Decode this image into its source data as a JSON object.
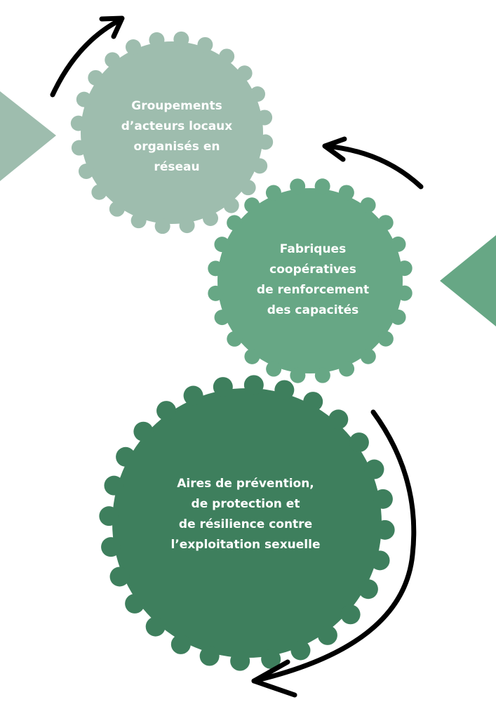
{
  "colors": {
    "gear_light": "#9EBDAE",
    "gear_medium": "#67A785",
    "gear_dark": "#3E7F5D",
    "arrow": "#000000",
    "text": "#FFFFFF"
  },
  "gears": [
    {
      "id": "groupements",
      "lines": [
        "Groupements",
        "d’acteurs locaux",
        "organisés en",
        "réseau"
      ]
    },
    {
      "id": "fabriques",
      "lines": [
        "Fabriques",
        "coopératives",
        "de renforcement",
        "des capacités"
      ]
    },
    {
      "id": "aires",
      "lines": [
        "Aires de prévention,",
        "de protection et",
        "de résilience contre",
        "l’exploitation sexuelle"
      ]
    }
  ],
  "decorations": {
    "left_triangle": "triangle-pointing-right",
    "right_triangle": "triangle-pointing-left"
  },
  "arrows": [
    "arrow-up-right",
    "arrow-left-curved",
    "arrow-down-curved-left"
  ]
}
